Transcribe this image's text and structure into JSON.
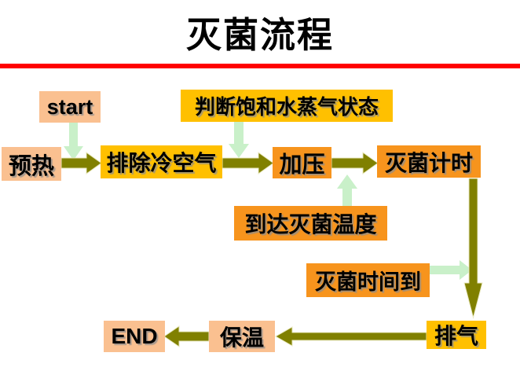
{
  "title": "灭菌流程",
  "nodes": {
    "start": "start",
    "judge_steam": "判断饱和水蒸气状态",
    "preheat": "预热",
    "exhaust_cold_air": "排除冷空气",
    "pressurize": "加压",
    "sterilize_timing": "灭菌计时",
    "reach_sterilize_temp": "到达灭菌温度",
    "sterilize_time_up": "灭菌时间到",
    "vent": "排气",
    "keep_warm": "保温",
    "end": "END"
  },
  "colors": {
    "title_text": "#000000",
    "divider_red": "#FF0000",
    "box_peach": "#FAC090",
    "box_gold": "#FFC000",
    "box_orange": "#F7941D",
    "arrow_olive": "#808000",
    "arrow_light_green": "#C9F0C9",
    "box_text": "#000000"
  }
}
